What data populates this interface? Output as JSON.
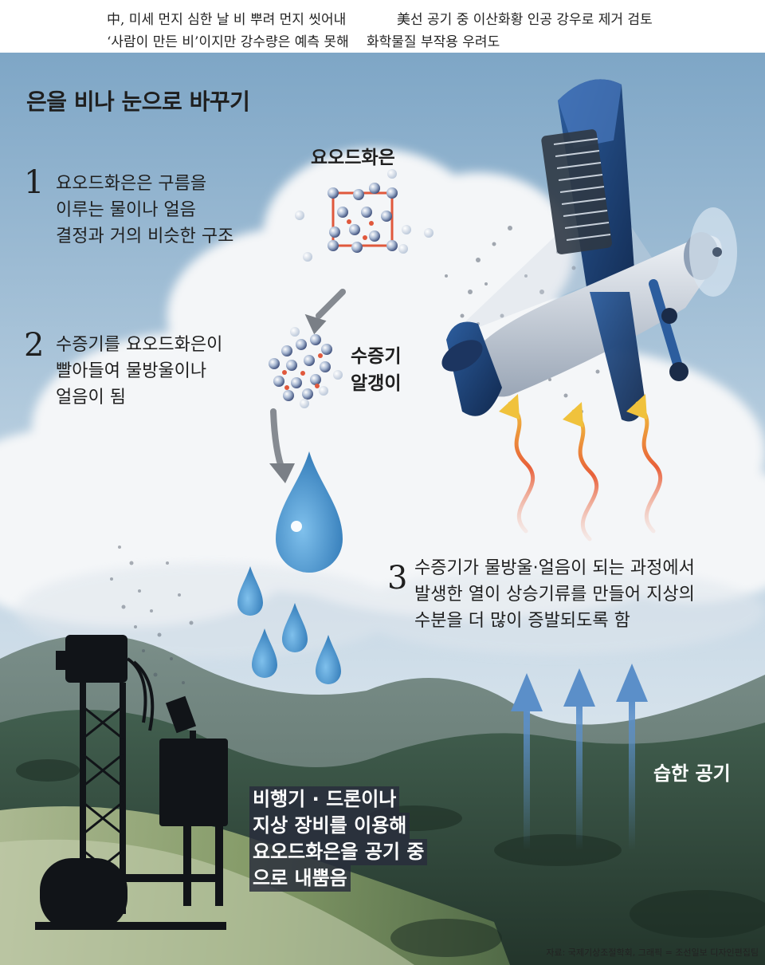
{
  "headlines": [
    "中, 미세 먼지 심한 날 비 뿌려 먼지 씻어내",
    "美선 공기 중 이산화황 인공 강우로 제거 검토",
    "‘사람이 만든 비’이지만 강수량은 예측 못해",
    "화학물질 부작용 우려도"
  ],
  "title": "은을 비나 눈으로 바꾸기",
  "steps": [
    {
      "num": "1",
      "lines": [
        "요오드화은은 구름을",
        "이루는 물이나 얼음",
        "결정과 거의 비슷한 구조"
      ]
    },
    {
      "num": "2",
      "lines": [
        "수증기를 요오드화은이",
        "빨아들여 물방울이나",
        "얼음이 됨"
      ]
    },
    {
      "num": "3",
      "lines": [
        "수증기가 물방울·얼음이 되는 과정에서",
        "발생한 열이 상승기류를 만들어 지상의",
        "수분을 더 많이 증발되도록 함"
      ]
    }
  ],
  "labels": {
    "silver_iodide": "요오드화은",
    "vapor_particle": [
      "수증기",
      "알갱이"
    ],
    "humid_air": "습한 공기"
  },
  "dispersal_note": [
    "비행기 · 드론이나",
    "지상 장비를 이용해",
    "요오드화은을 공기 중",
    "으로 내뿜음"
  ],
  "source": "자료: 국제기상조절학회,    그래픽 = 조선일보 디자인편집팀",
  "colors": {
    "sky_top": "#7ea6c6",
    "cloud": "#f4f6f8",
    "mountain": "#2f4a3e",
    "drop": "#4a90c8",
    "heat_arrow": "#e8603a",
    "air_arrow": "#5b8fc9",
    "box": "#e0583c"
  }
}
